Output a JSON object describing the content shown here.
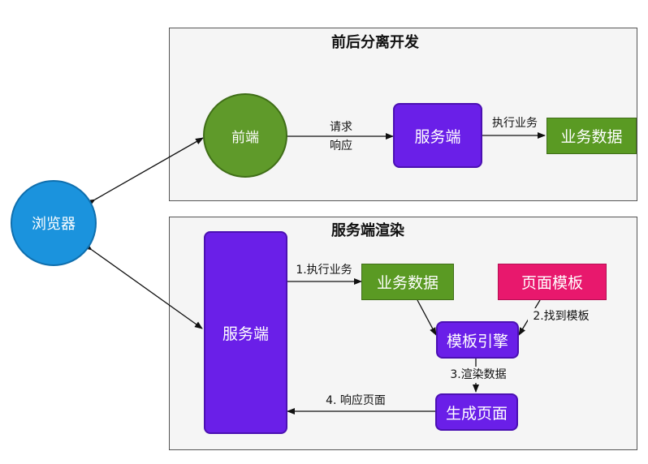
{
  "top_panel": {
    "title": "前后分离开发",
    "frontend": "前端",
    "request": "请求",
    "response": "响应",
    "server": "服务端",
    "exec_business": "执行业务",
    "business_data": "业务数据"
  },
  "browser": "浏览器",
  "bottom_panel": {
    "title": "服务端渲染",
    "server": "服务端",
    "step1": "1.执行业务",
    "business_data": "业务数据",
    "page_template": "页面模板",
    "step2": "2.找到模板",
    "template_engine": "模板引擎",
    "step3": "3.渲染数据",
    "generate_page": "生成页面",
    "step4": "4. 响应页面"
  },
  "colors": {
    "green": "#5a9a23",
    "blue": "#1b93dd",
    "purple": "#6a1fe8",
    "pink": "#e8186d",
    "panel": "#f5f5f5"
  }
}
